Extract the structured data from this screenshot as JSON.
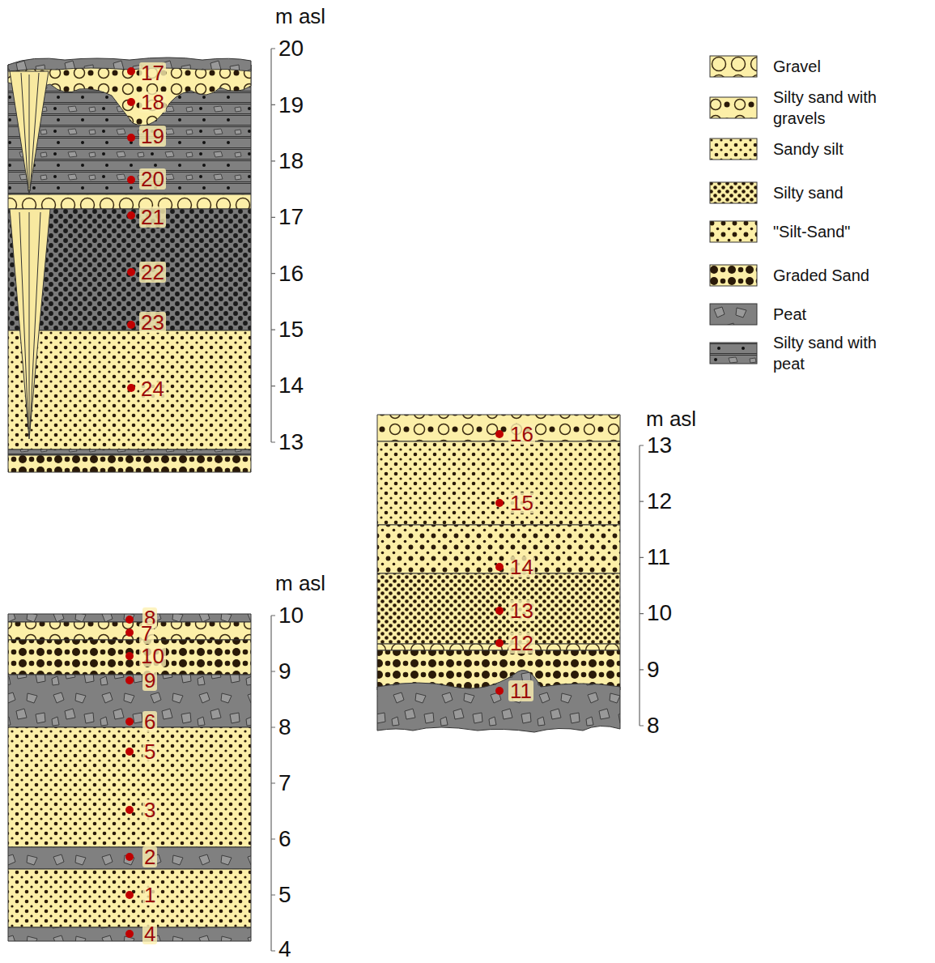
{
  "diagram": {
    "labels": [
      "m asl",
      "20",
      "19",
      "18",
      "17",
      "16",
      "15",
      "14",
      "13",
      "17",
      "18",
      "19",
      "20",
      "21",
      "22",
      "23",
      "24",
      "m asl",
      "13",
      "12",
      "11",
      "10",
      "9",
      "8",
      "16",
      "15",
      "14",
      "13",
      "12",
      "11",
      "m asl",
      "10",
      "9",
      "8",
      "7",
      "6",
      "5",
      "4",
      "8",
      "7",
      "10",
      "9",
      "6",
      "5",
      "3",
      "2",
      "1",
      "4"
    ],
    "legend": [
      {
        "text": "Gravel"
      },
      {
        "text": "Silty sand with gravels"
      },
      {
        "text": "Sandy silt"
      },
      {
        "text": "Silty sand"
      },
      {
        "text": "\"Silt-Sand\""
      },
      {
        "text": "Graded Sand"
      },
      {
        "text": "Peat"
      },
      {
        "text": "Silty sand with peat"
      }
    ]
  }
}
